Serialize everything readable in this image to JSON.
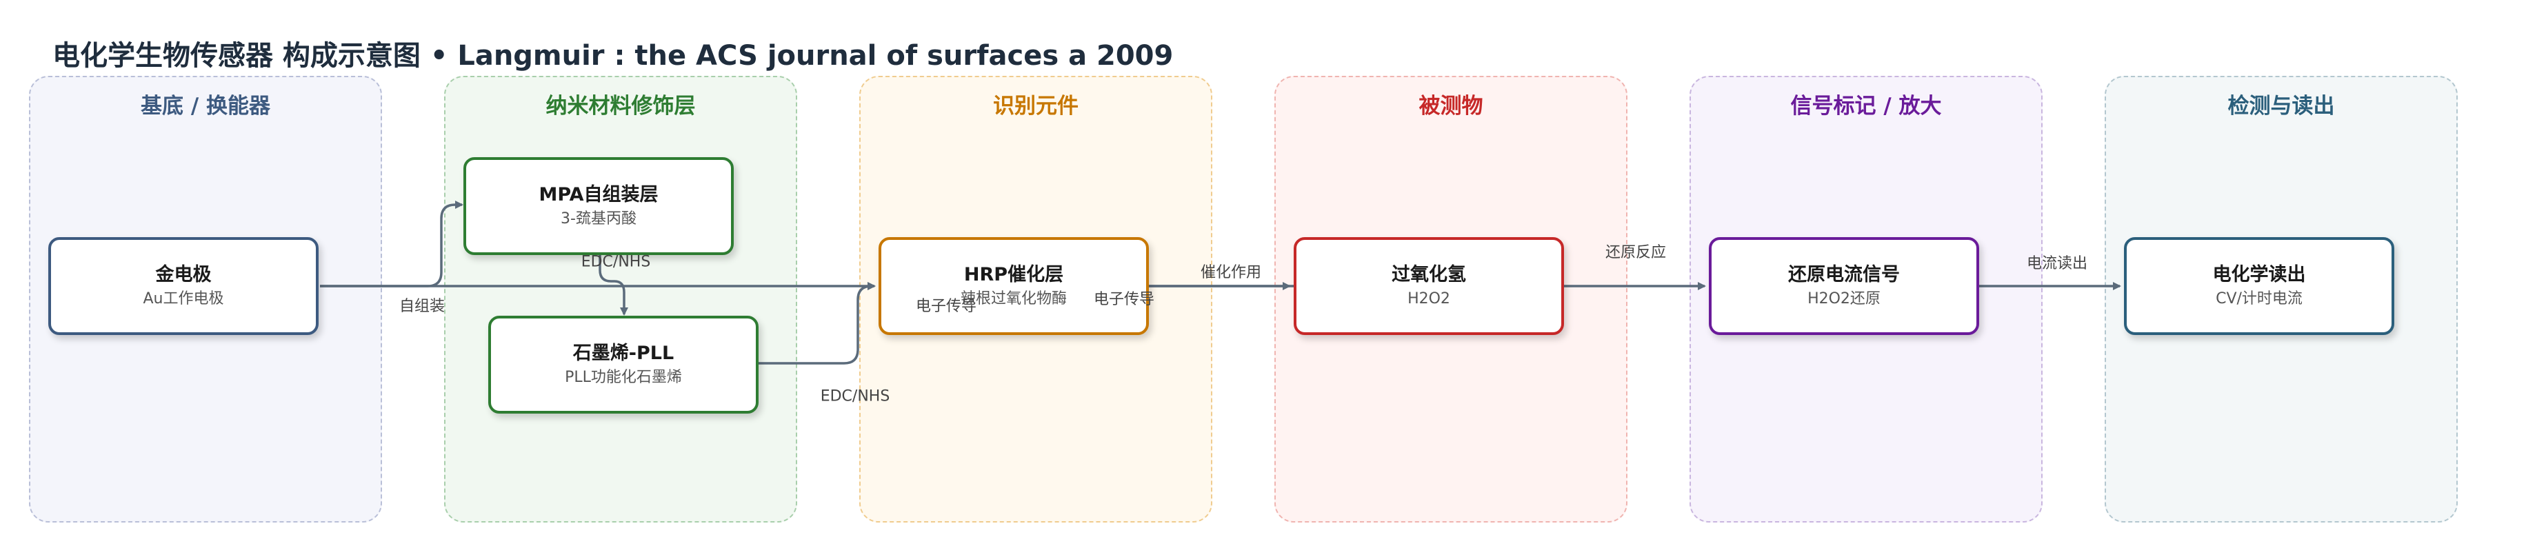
{
  "title": "电化学生物传感器 构成示意图 • Langmuir : the ACS journal of surfaces a 2009",
  "lanes": [
    {
      "label": "基底 / 换能器",
      "color": "#3d5a80",
      "fill": "#f4f5fb",
      "border": "#b9bfd8"
    },
    {
      "label": "纳米材料修饰层",
      "color": "#2e7d32",
      "fill": "#f1f8f1",
      "border": "#a9cfac"
    },
    {
      "label": "识别元件",
      "color": "#c77700",
      "fill": "#fff9ee",
      "border": "#f0cc8f"
    },
    {
      "label": "被测物",
      "color": "#c62828",
      "fill": "#fff3f2",
      "border": "#f0b4b0"
    },
    {
      "label": "信号标记 / 放大",
      "color": "#6a1b9a",
      "fill": "#f7f3fc",
      "border": "#c9b6df"
    },
    {
      "label": "检测与读出",
      "color": "#2b5f7c",
      "fill": "#f3f7f8",
      "border": "#b3c7cf"
    }
  ],
  "nodes": {
    "gold": {
      "title": "金电极",
      "sub": "Au工作电极",
      "color": "#3d5a80"
    },
    "mpa": {
      "title": "MPA自组装层",
      "sub": "3-巯基丙酸",
      "color": "#2e7d32"
    },
    "graphene": {
      "title": "石墨烯-PLL",
      "sub": "PLL功能化石墨烯",
      "color": "#2e7d32"
    },
    "hrp": {
      "title": "HRP催化层",
      "sub": "辣根过氧化物酶",
      "color": "#c77700"
    },
    "h2o2": {
      "title": "过氧化氢",
      "sub": "H2O2",
      "color": "#c62828"
    },
    "signal": {
      "title": "还原电流信号",
      "sub": "H2O2还原",
      "color": "#6a1b9a"
    },
    "readout": {
      "title": "电化学读出",
      "sub": "CV/计时电流",
      "color": "#2b5f7c"
    }
  },
  "edges": {
    "self_assembly": "自组装",
    "edc1": "EDC/NHS",
    "edc2": "EDC/NHS",
    "et1": "电子传导",
    "et2": "电子传导",
    "catalysis": "催化作用",
    "reduction": "还原反应",
    "current": "电流读出"
  },
  "edge_color": "#5b6b7b"
}
